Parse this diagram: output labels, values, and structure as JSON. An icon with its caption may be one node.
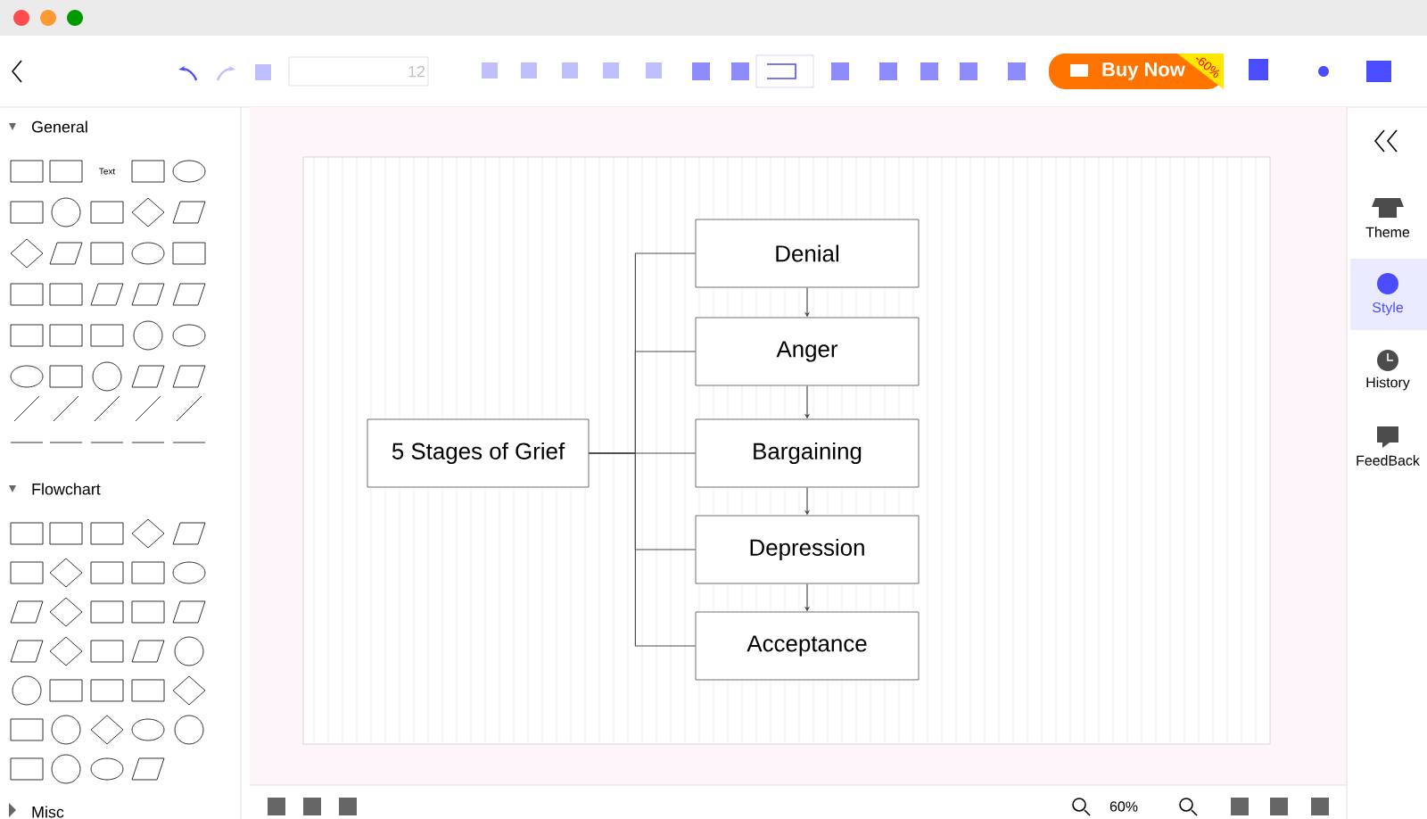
{
  "diagram": {
    "nodes": [
      {
        "text": [
          "5 Stages of Grief"
        ]
      },
      {
        "text": [
          "Denial"
        ]
      },
      {
        "text": [
          "Anger"
        ]
      },
      {
        "text": [
          "Bargaining"
        ]
      },
      {
        "text": [
          "Depression"
        ]
      },
      {
        "text": [
          "Acceptance"
        ]
      }
    ],
    "edges": [
      {
        "from": 0,
        "to": 1,
        "arrow": "none"
      },
      {
        "from": 0,
        "to": 2,
        "arrow": "none"
      },
      {
        "from": 0,
        "to": 3,
        "arrow": "none"
      },
      {
        "from": 0,
        "to": 4,
        "arrow": "none"
      },
      {
        "from": 0,
        "to": 5,
        "arrow": "none"
      },
      {
        "from": 1,
        "to": 2,
        "arrow": "to"
      },
      {
        "from": 2,
        "to": 3,
        "arrow": "to"
      },
      {
        "from": 3,
        "to": 4,
        "arrow": "to"
      },
      {
        "from": 4,
        "to": 5,
        "arrow": "to"
      }
    ],
    "labels": [
      "12",
      "Buy Now",
      "-60%",
      "General",
      "Text",
      "Flowchart",
      "Misc",
      "Theme",
      "Style",
      "History",
      "FeedBack",
      "60%"
    ]
  }
}
